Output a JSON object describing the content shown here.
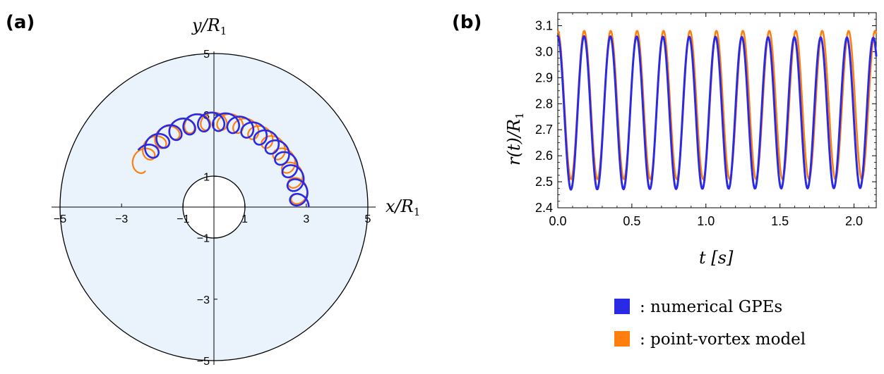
{
  "panels": {
    "a": {
      "label": "(a)"
    },
    "b": {
      "label": "(b)"
    }
  },
  "colors": {
    "gpe": "#2a2ae6",
    "pvm": "#ff7f0e",
    "domain_fill": "#eaf3fc"
  },
  "legend": [
    {
      "name": "numerical GPEs",
      "text": ":  numerical GPEs",
      "color": "#2a2ae6"
    },
    {
      "name": "point-vortex model",
      "text": ":  point-vortex model",
      "color": "#ff7f0e"
    }
  ],
  "chart_data": [
    {
      "type": "line",
      "panel": "a",
      "xlabel": "x/R1",
      "ylabel": "y/R1",
      "xlim": [
        -5,
        5
      ],
      "ylim": [
        -5,
        5
      ],
      "x_ticks": [
        -5,
        -3,
        -1,
        1,
        3,
        5
      ],
      "y_ticks": [
        -5,
        -3,
        -1,
        1,
        3,
        5
      ],
      "tick_labels_x": [
        "-5",
        "-3",
        "-1",
        "1",
        "3",
        "5"
      ],
      "tick_labels_y": [
        "-5",
        "-3",
        "-1",
        "1",
        "3",
        "5"
      ],
      "annulus": {
        "inner_radius": 1,
        "outer_radius": 5
      },
      "series": [
        {
          "name": "numerical GPEs",
          "model": "epicycloid",
          "guiding_radius": 2.78,
          "loop_radius": 0.3,
          "start_angle_deg": 0,
          "end_angle_deg": 143,
          "loops": 14,
          "start_point": [
            3.08,
            0.0
          ]
        },
        {
          "name": "point-vortex model",
          "model": "epicycloid",
          "guiding_radius": 2.8,
          "loop_radius": 0.28,
          "start_angle_deg": 0,
          "end_angle_deg": 152,
          "loops": 13.5,
          "start_point": [
            3.08,
            0.0
          ]
        }
      ]
    },
    {
      "type": "line",
      "panel": "b",
      "xlabel": "t [s]",
      "ylabel": "r(t)/R1",
      "xlim": [
        0.0,
        2.15
      ],
      "ylim": [
        2.4,
        3.15
      ],
      "x_ticks": [
        0.0,
        0.5,
        1.0,
        1.5,
        2.0
      ],
      "y_ticks": [
        2.4,
        2.5,
        2.6,
        2.7,
        2.8,
        2.9,
        3.0,
        3.1
      ],
      "tick_labels_x": [
        "0.0",
        "0.5",
        "1.0",
        "1.5",
        "2.0"
      ],
      "tick_labels_y": [
        "2.4",
        "2.5",
        "2.6",
        "2.7",
        "2.8",
        "2.9",
        "3.0",
        "3.1"
      ],
      "series": [
        {
          "name": "numerical GPEs",
          "style": "dotted",
          "r0": 3.08,
          "mean": 2.765,
          "amplitude": 0.295,
          "amplitude_decay": 0.01,
          "period_s": 0.1775
        },
        {
          "name": "point-vortex model",
          "style": "solid",
          "r0": 3.08,
          "mean": 2.795,
          "amplitude": 0.285,
          "amplitude_decay": 0.0,
          "period_s": 0.1785
        }
      ]
    }
  ]
}
